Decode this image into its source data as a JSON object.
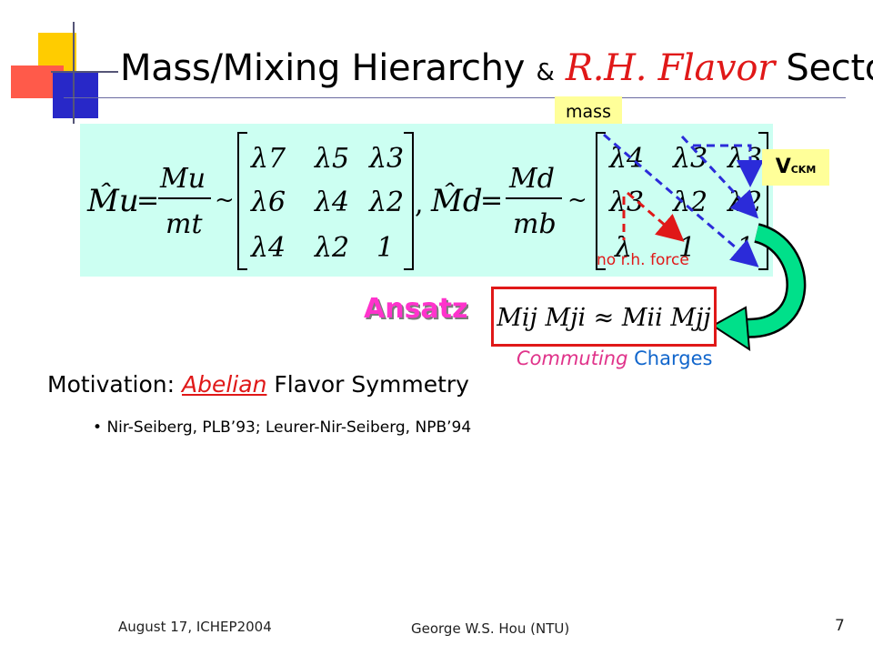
{
  "slide": {
    "title": {
      "part1": "Mass/Mixing Hierarchy",
      "amp": "&",
      "flavor": "R.H. Flavor",
      "part3": "Sector"
    },
    "labels": {
      "mass": "mass",
      "vckm_main": "V",
      "vckm_sub": "CKM",
      "no_rh_force": "no r.h. force",
      "ansatz": "Ansatz",
      "commuting_italic": "Commuting",
      "commuting_rest": "Charges"
    },
    "equation": {
      "mu_hat": "M̂u",
      "eq": "=",
      "Mu": "Mu",
      "mt": "mt",
      "sim": "~",
      "md_hat": "M̂d",
      "Md": "Md",
      "mb": "mb",
      "comma": ",",
      "up_matrix": [
        [
          "λ7",
          "λ5",
          "λ3"
        ],
        [
          "λ6",
          "λ4",
          "λ2"
        ],
        [
          "λ4",
          "λ2",
          "1"
        ]
      ],
      "down_matrix": [
        [
          "λ4",
          "λ3",
          "λ3"
        ],
        [
          "λ3",
          "λ2",
          "λ2"
        ],
        [
          "λ",
          "1",
          "1"
        ]
      ],
      "ansatz_relation": "Mij Mji ≈ Mii Mjj"
    },
    "motivation": {
      "prefix": "Motivation:",
      "abelian": "Abelian",
      "suffix": "Flavor Symmetry"
    },
    "bullet": "Nir-Seiberg, PLB’93; Leurer-Nir-Seiberg, NPB’94",
    "footer": {
      "left": "August 17, ICHEP2004",
      "center": "George W.S. Hou (NTU)",
      "page": "7"
    }
  },
  "colors": {
    "matrix_bg": "#ccfff2",
    "tag_bg": "#ffff99",
    "red": "#e01818",
    "blue": "#2b2bd9",
    "pink": "#ff33cc",
    "arrow_green": "#00e08a"
  }
}
